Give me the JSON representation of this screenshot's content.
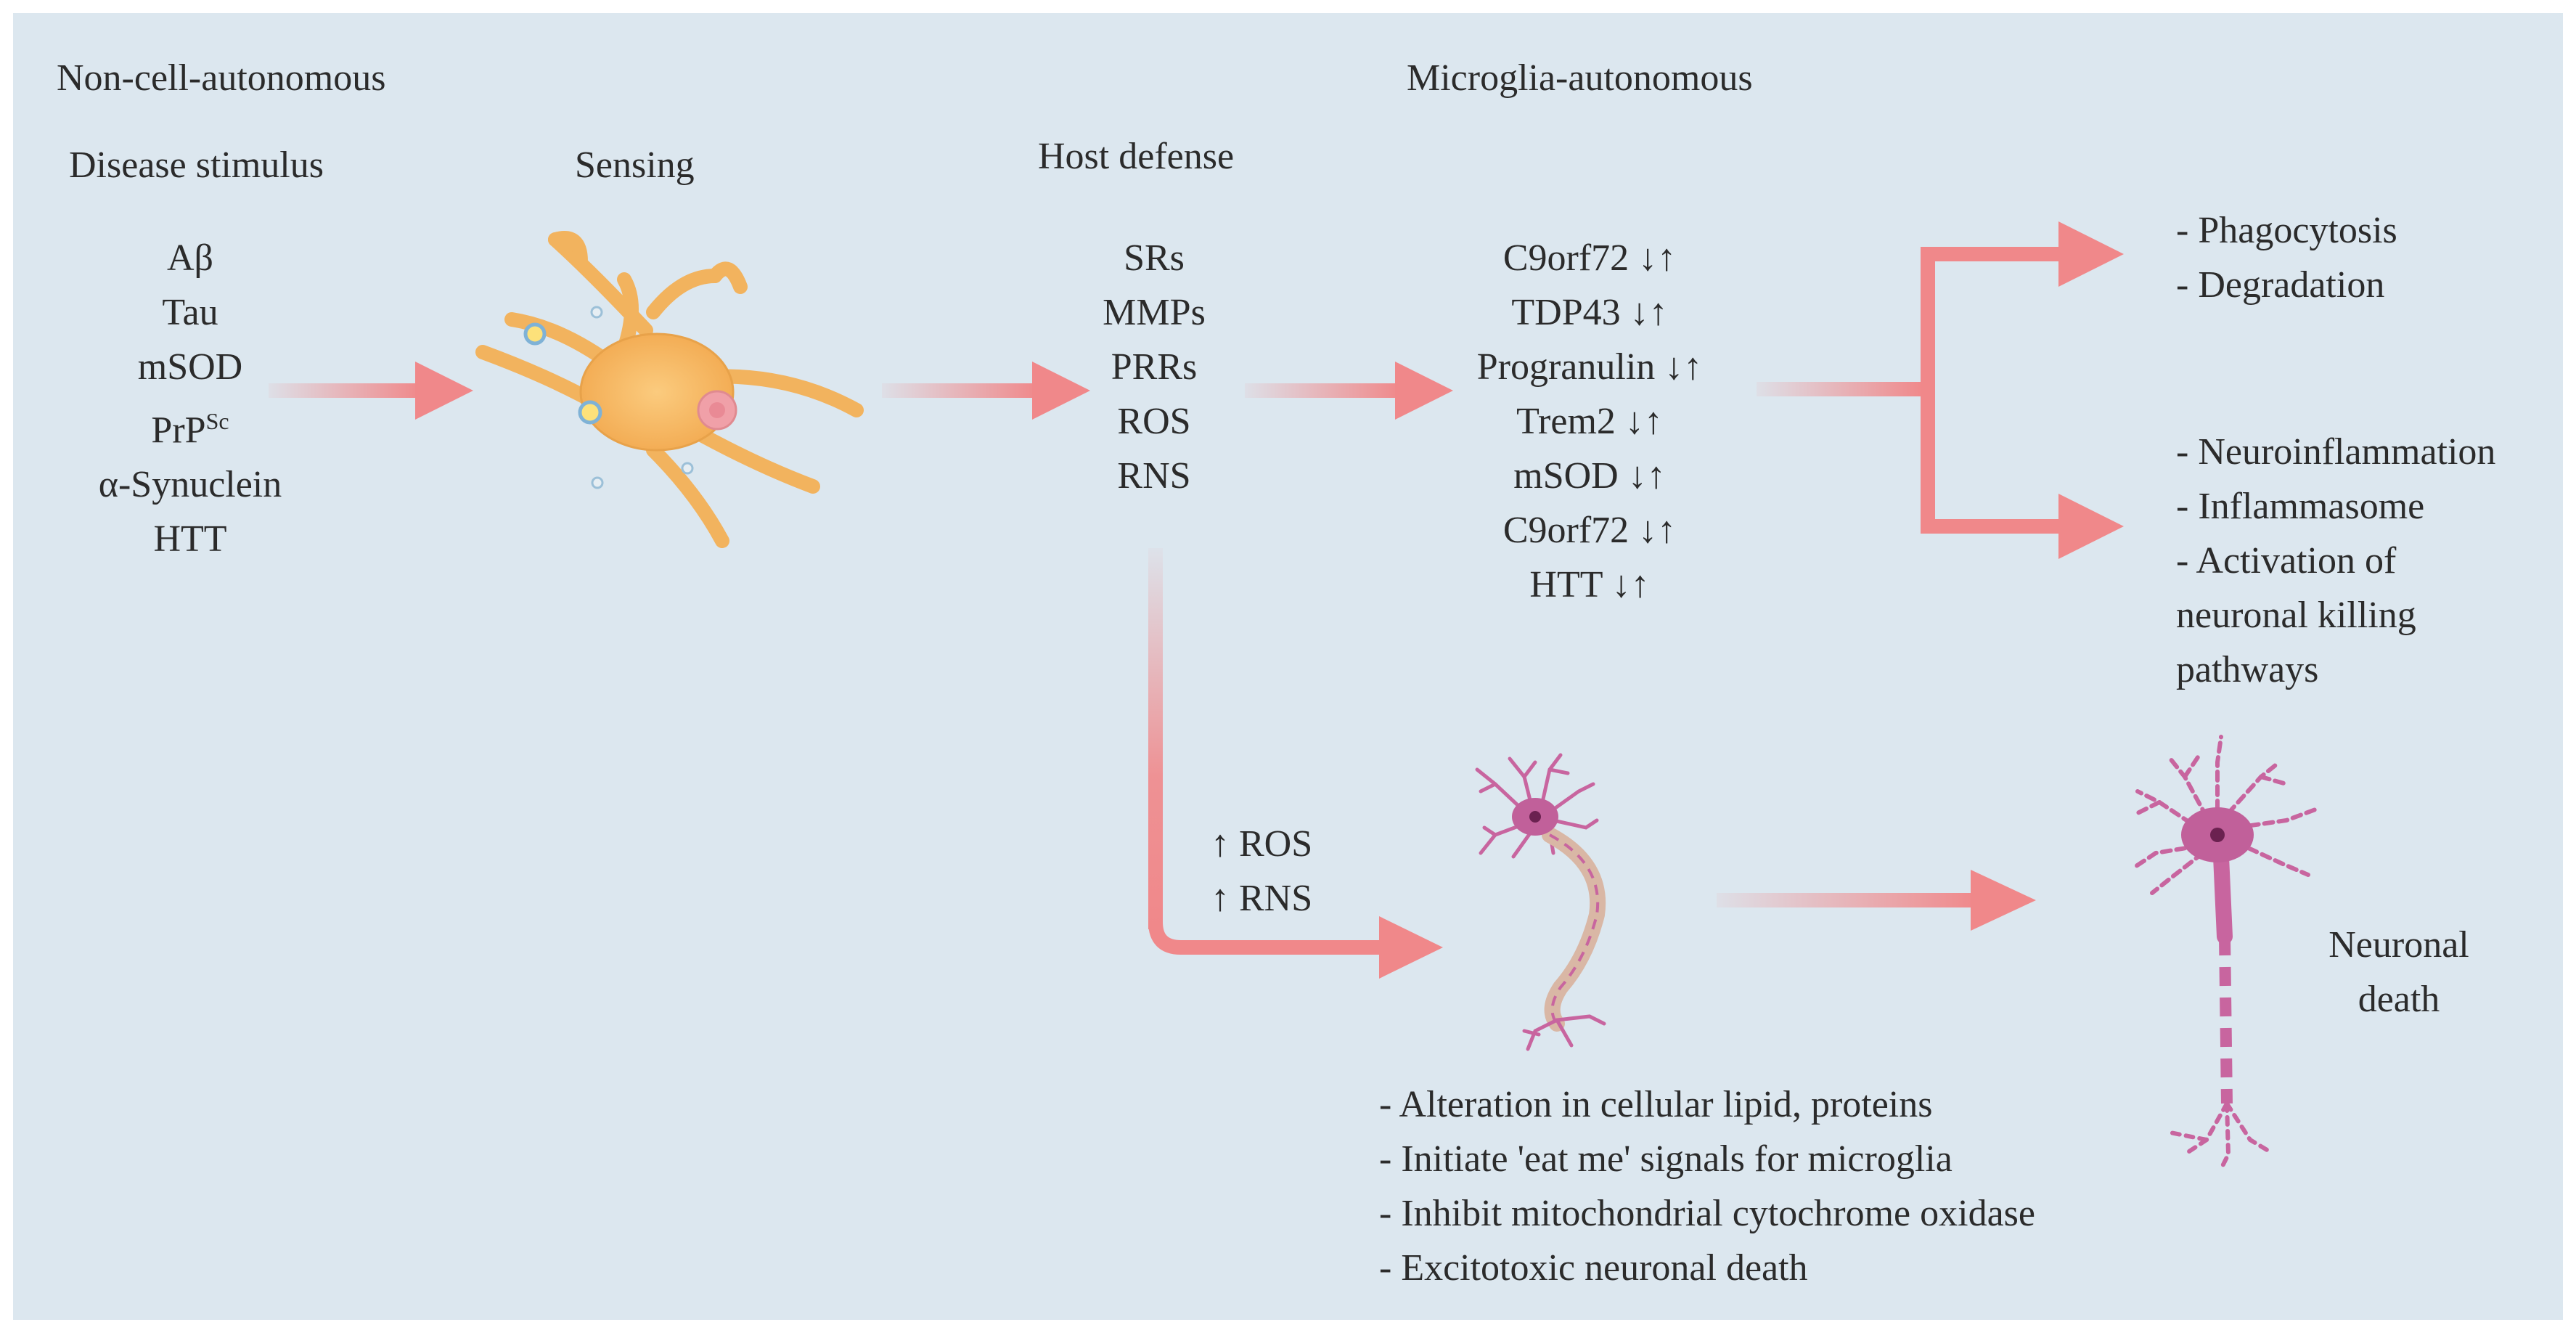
{
  "headers": {
    "non_cell": "Non-cell-autonomous",
    "microglia": "Microglia-autonomous",
    "disease_stimulus": "Disease stimulus",
    "sensing": "Sensing",
    "host_defense": "Host defense"
  },
  "stimuli": [
    "Aβ",
    "Tau",
    "mSOD",
    "PrP",
    "α-Synuclein",
    "HTT"
  ],
  "prp_superscript": "Sc",
  "host_defense_items": [
    "SRs",
    "MMPs",
    "PRRs",
    "ROS",
    "RNS"
  ],
  "genes": [
    "C9orf72 ↓↑",
    "TDP43 ↓↑",
    "Progranulin ↓↑",
    "Trem2 ↓↑",
    "mSOD ↓↑",
    "C9orf72 ↓↑",
    "HTT ↓↑"
  ],
  "outcomes_top": [
    "- Phagocytosis",
    "- Degradation"
  ],
  "outcomes_mid": [
    "- Neuroinflammation",
    "- Inflammasome",
    "- Activation of",
    "neuronal killing",
    "pathways"
  ],
  "ros_rns": [
    "↑ ROS",
    "↑ RNS"
  ],
  "neuron_effects": [
    "- Alteration in cellular lipid, proteins",
    "- Initiate 'eat me' signals for microglia",
    "- Inhibit mitochondrial cytochrome oxidase",
    "- Excitotoxic neuronal death"
  ],
  "neuronal_death": [
    "Neuronal",
    "death"
  ],
  "icons": [
    "microglia-cell-icon",
    "healthy-neuron-icon",
    "degenerating-neuron-icon"
  ],
  "colors": {
    "background": "#dce7ef",
    "arrow": "#f0888a",
    "microglia": "#f5b866",
    "neuron": "#c1609a",
    "text": "#2b2b2b"
  }
}
